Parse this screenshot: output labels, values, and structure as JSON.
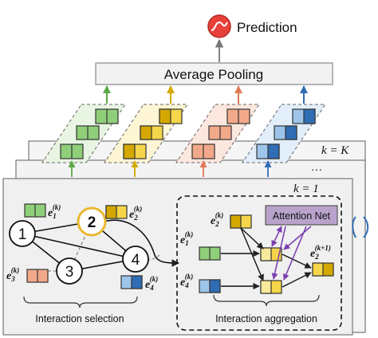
{
  "output": {
    "label": "Prediction"
  },
  "pooling": {
    "label": "Average Pooling"
  },
  "layers": {
    "top_label": "k = K",
    "dots": "···",
    "front_label": "k = 1"
  },
  "graph": {
    "nodes": [
      "1",
      "2",
      "3",
      "4"
    ],
    "highlighted_node": "2"
  },
  "embeddings": {
    "e1": {
      "base": "e",
      "sub": "1",
      "sup": "(k)"
    },
    "e2": {
      "base": "e",
      "sub": "2",
      "sup": "(k)"
    },
    "e3": {
      "base": "e",
      "sub": "3",
      "sup": "(k)"
    },
    "e4": {
      "base": "e",
      "sub": "4",
      "sup": "(k)"
    },
    "e2_next": {
      "base": "e",
      "sub": "2",
      "sup": "(k+1)"
    }
  },
  "aggregation": {
    "attention_label": "Attention Net"
  },
  "captions": {
    "selection": "Interaction selection",
    "aggregation": "Interaction  aggregation"
  },
  "colors": {
    "green": "#8fcf7a",
    "green_dark": "#5aa845",
    "yellow": "#f5d64a",
    "yellow_dark": "#d4a800",
    "salmon": "#f2a98a",
    "salmon_dark": "#e07a55",
    "blue": "#9ec4ea",
    "blue_dark": "#2f6db5",
    "accent_red": "#e8413a",
    "purple": "#7b3fb0",
    "attention_fill": "#b9a3cc",
    "layer_fill": "#f0f0f0"
  }
}
